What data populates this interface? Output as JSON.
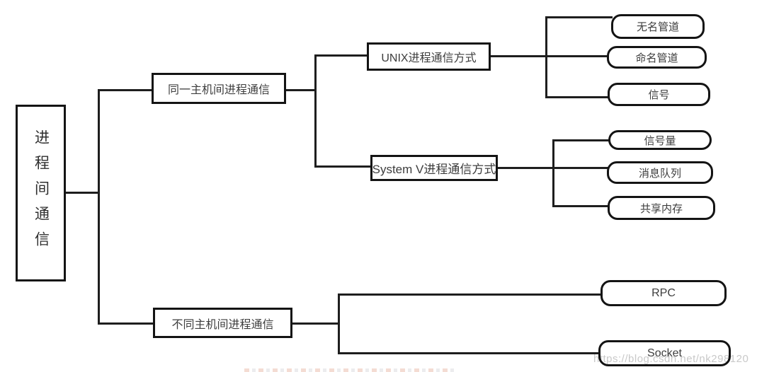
{
  "diagram": {
    "nodes": {
      "root": {
        "label": "进程间通信"
      },
      "same_host": {
        "label": "同一主机间进程通信"
      },
      "diff_host": {
        "label": "不同主机间进程通信"
      },
      "unix": {
        "label": "UNIX进程通信方式"
      },
      "sysv": {
        "label": "System V进程通信方式"
      },
      "unnamed_pipe": {
        "label": "无名管道"
      },
      "named_pipe": {
        "label": "命名管道"
      },
      "signal": {
        "label": "信号"
      },
      "semaphore": {
        "label": "信号量"
      },
      "message_queue": {
        "label": "消息队列"
      },
      "shared_memory": {
        "label": "共享内存"
      },
      "rpc": {
        "label": "RPC"
      },
      "socket": {
        "label": "Socket"
      }
    },
    "hierarchy": {
      "进程间通信": {
        "同一主机间进程通信": {
          "UNIX进程通信方式": [
            "无名管道",
            "命名管道",
            "信号"
          ],
          "System V进程通信方式": [
            "信号量",
            "消息队列",
            "共享内存"
          ]
        },
        "不同主机间进程通信": [
          "RPC",
          "Socket"
        ]
      }
    },
    "watermark": "https://blog.csdn.net/nk298120",
    "colors": {
      "line": "#1e1e1e",
      "node_border": "#141414",
      "node_fill": "#ffffff",
      "text": "#3d3d3d",
      "watermark": "#c9c9c9",
      "background": "#ffffff"
    }
  }
}
